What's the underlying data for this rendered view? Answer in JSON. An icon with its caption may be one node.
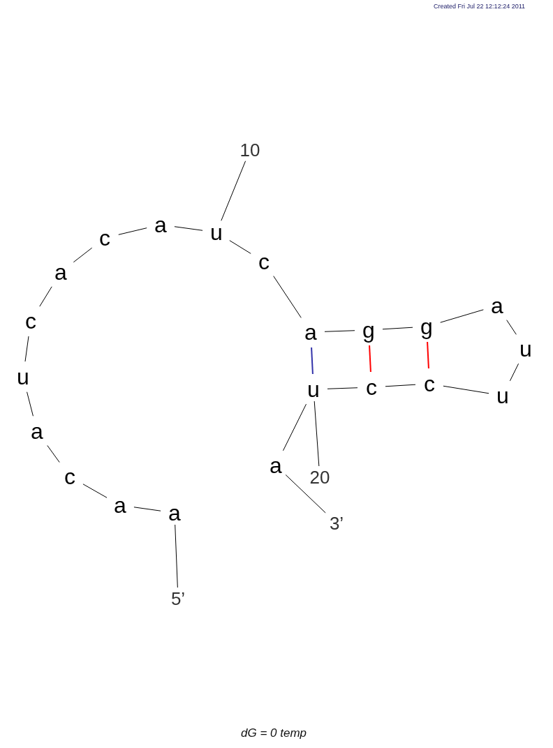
{
  "diagram": {
    "caption": "dG = 0 temp",
    "nodes": [
      {
        "text": [
          "5’"
        ]
      },
      {
        "text": [
          "a"
        ]
      },
      {
        "text": [
          "a"
        ]
      },
      {
        "text": [
          "c"
        ]
      },
      {
        "text": [
          "a"
        ]
      },
      {
        "text": [
          "u"
        ]
      },
      {
        "text": [
          "c"
        ]
      },
      {
        "text": [
          "a"
        ]
      },
      {
        "text": [
          "c"
        ]
      },
      {
        "text": [
          "a"
        ]
      },
      {
        "text": [
          "u"
        ]
      },
      {
        "text": [
          "c"
        ]
      },
      {
        "text": [
          "a"
        ]
      },
      {
        "text": [
          "g"
        ]
      },
      {
        "text": [
          "g"
        ]
      },
      {
        "text": [
          "a"
        ]
      },
      {
        "text": [
          "u"
        ]
      },
      {
        "text": [
          "u"
        ]
      },
      {
        "text": [
          "c"
        ]
      },
      {
        "text": [
          "c"
        ]
      },
      {
        "text": [
          "u"
        ]
      },
      {
        "text": [
          "a"
        ]
      },
      {
        "text": [
          "3’"
        ]
      },
      {
        "text": [
          "10"
        ]
      },
      {
        "text": [
          "20"
        ]
      }
    ],
    "edges": [
      {
        "from": 0,
        "to": 1,
        "arrow": "none"
      },
      {
        "from": 1,
        "to": 2,
        "arrow": "none"
      },
      {
        "from": 2,
        "to": 3,
        "arrow": "none"
      },
      {
        "from": 3,
        "to": 4,
        "arrow": "none"
      },
      {
        "from": 4,
        "to": 5,
        "arrow": "none"
      },
      {
        "from": 5,
        "to": 6,
        "arrow": "none"
      },
      {
        "from": 6,
        "to": 7,
        "arrow": "none"
      },
      {
        "from": 7,
        "to": 8,
        "arrow": "none"
      },
      {
        "from": 8,
        "to": 9,
        "arrow": "none"
      },
      {
        "from": 9,
        "to": 10,
        "arrow": "none"
      },
      {
        "from": 10,
        "to": 11,
        "arrow": "none"
      },
      {
        "from": 11,
        "to": 12,
        "arrow": "none"
      },
      {
        "from": 12,
        "to": 13,
        "arrow": "none"
      },
      {
        "from": 13,
        "to": 14,
        "arrow": "none"
      },
      {
        "from": 14,
        "to": 15,
        "arrow": "none"
      },
      {
        "from": 15,
        "to": 16,
        "arrow": "none"
      },
      {
        "from": 16,
        "to": 17,
        "arrow": "none"
      },
      {
        "from": 17,
        "to": 18,
        "arrow": "none"
      },
      {
        "from": 18,
        "to": 19,
        "arrow": "none"
      },
      {
        "from": 19,
        "to": 20,
        "arrow": "none"
      },
      {
        "from": 20,
        "to": 21,
        "arrow": "none"
      },
      {
        "from": 21,
        "to": 22,
        "arrow": "none"
      },
      {
        "from": 23,
        "to": 10,
        "arrow": "none"
      },
      {
        "from": 24,
        "to": 20,
        "arrow": "none"
      },
      {
        "from": 12,
        "to": 20,
        "arrow": "none",
        "color": "#3333aa"
      },
      {
        "from": 13,
        "to": 19,
        "arrow": "none",
        "color": "#ff0000"
      },
      {
        "from": 14,
        "to": 18,
        "arrow": "none",
        "color": "#ff0000"
      }
    ],
    "labels": [
      "Created Fri Jul 22 12:12:24 2011"
    ]
  }
}
